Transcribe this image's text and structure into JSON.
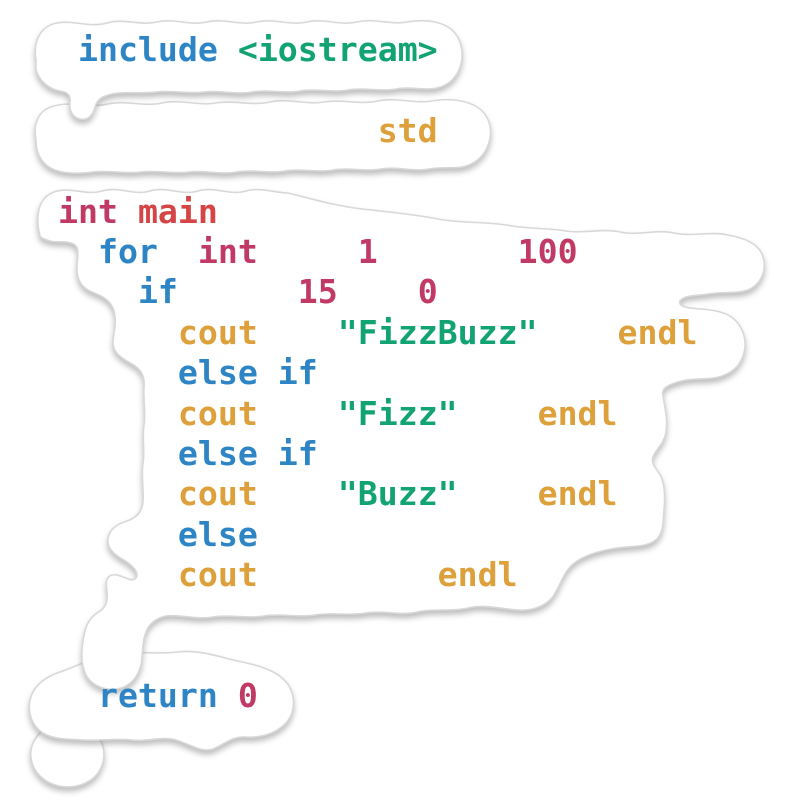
{
  "page": {
    "background": "#ffffff",
    "description": "die-cut sticker of C++ FizzBuzz code with only highlighted tokens visible"
  },
  "palette": {
    "keyword": "#2d85c5",
    "string": "#12a372",
    "stream": "#dda03a",
    "number": "#c13a66",
    "function": "#d64545"
  },
  "code": {
    "language": "cpp",
    "lines": [
      {
        "segments": [
          {
            "text": " ",
            "color": null
          },
          {
            "text": "include",
            "color": "keyword"
          },
          {
            "text": " ",
            "color": null
          },
          {
            "text": "<iostream>",
            "color": "string"
          }
        ]
      },
      {
        "segments": []
      },
      {
        "segments": [
          {
            "text": "                ",
            "color": null
          },
          {
            "text": "std",
            "color": "stream"
          }
        ]
      },
      {
        "segments": []
      },
      {
        "segments": [
          {
            "text": "int",
            "color": "number"
          },
          {
            "text": " ",
            "color": null
          },
          {
            "text": "main",
            "color": "function"
          }
        ]
      },
      {
        "segments": [
          {
            "text": "  ",
            "color": null
          },
          {
            "text": "for",
            "color": "keyword"
          },
          {
            "text": "  ",
            "color": null
          },
          {
            "text": "int",
            "color": "number"
          },
          {
            "text": "     ",
            "color": null
          },
          {
            "text": "1",
            "color": "number"
          },
          {
            "text": "       ",
            "color": null
          },
          {
            "text": "100",
            "color": "number"
          }
        ]
      },
      {
        "segments": [
          {
            "text": "    ",
            "color": null
          },
          {
            "text": "if",
            "color": "keyword"
          },
          {
            "text": "      ",
            "color": null
          },
          {
            "text": "15",
            "color": "number"
          },
          {
            "text": "    ",
            "color": null
          },
          {
            "text": "0",
            "color": "number"
          }
        ]
      },
      {
        "segments": [
          {
            "text": "      ",
            "color": null
          },
          {
            "text": "cout",
            "color": "stream"
          },
          {
            "text": "    ",
            "color": null
          },
          {
            "text": "\"FizzBuzz\"",
            "color": "string"
          },
          {
            "text": "    ",
            "color": null
          },
          {
            "text": "endl",
            "color": "stream"
          }
        ]
      },
      {
        "segments": [
          {
            "text": "      ",
            "color": null
          },
          {
            "text": "else if",
            "color": "keyword"
          }
        ]
      },
      {
        "segments": [
          {
            "text": "      ",
            "color": null
          },
          {
            "text": "cout",
            "color": "stream"
          },
          {
            "text": "    ",
            "color": null
          },
          {
            "text": "\"Fizz\"",
            "color": "string"
          },
          {
            "text": "    ",
            "color": null
          },
          {
            "text": "endl",
            "color": "stream"
          }
        ]
      },
      {
        "segments": [
          {
            "text": "      ",
            "color": null
          },
          {
            "text": "else if",
            "color": "keyword"
          }
        ]
      },
      {
        "segments": [
          {
            "text": "      ",
            "color": null
          },
          {
            "text": "cout",
            "color": "stream"
          },
          {
            "text": "    ",
            "color": null
          },
          {
            "text": "\"Buzz\"",
            "color": "string"
          },
          {
            "text": "    ",
            "color": null
          },
          {
            "text": "endl",
            "color": "stream"
          }
        ]
      },
      {
        "segments": [
          {
            "text": "      ",
            "color": null
          },
          {
            "text": "else",
            "color": "keyword"
          }
        ]
      },
      {
        "segments": [
          {
            "text": "      ",
            "color": null
          },
          {
            "text": "cout",
            "color": "stream"
          },
          {
            "text": "         ",
            "color": null
          },
          {
            "text": "endl",
            "color": "stream"
          }
        ]
      },
      {
        "segments": []
      },
      {
        "segments": []
      },
      {
        "segments": [
          {
            "text": "  ",
            "color": null
          },
          {
            "text": "return",
            "color": "keyword"
          },
          {
            "text": " ",
            "color": null
          },
          {
            "text": "0",
            "color": "number"
          }
        ]
      },
      {
        "segments": []
      }
    ]
  }
}
